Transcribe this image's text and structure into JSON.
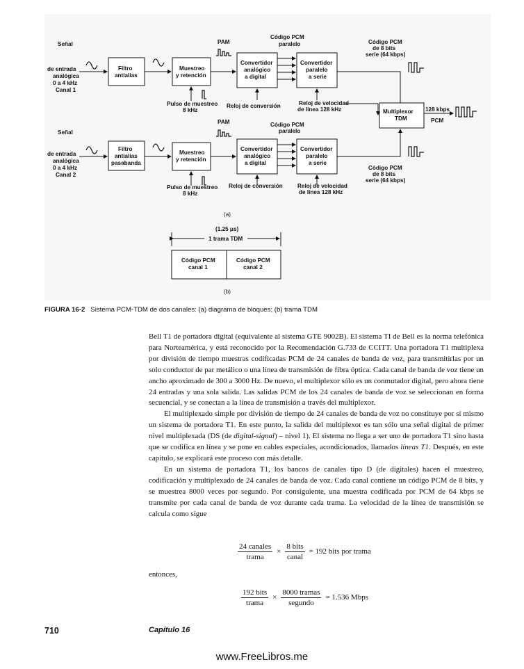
{
  "figure": {
    "ch1": {
      "senal": "Señal",
      "input": [
        "de entrada",
        "analógica",
        "0 a 4 kHz",
        "Canal 1"
      ],
      "filter": [
        "Filtro",
        "antialias"
      ],
      "sh": [
        "Muestreo",
        "y retención"
      ],
      "pam": "PAM",
      "adc": [
        "Convertidor",
        "analógico",
        "a digital"
      ],
      "ps": [
        "Convertidor",
        "paralelo",
        "a serie"
      ],
      "pcm_parallel": [
        "Código PCM",
        "paralelo"
      ],
      "pcm_serial": [
        "Código PCM",
        "de 8 bits",
        "serie (64 kbps)"
      ],
      "pulse": [
        "Pulso de muestreo",
        "8 kHz"
      ],
      "conv_clock": "Reloj de conversión",
      "line_clock": [
        "Reloj de velocidad",
        "de línea 128 kHz"
      ]
    },
    "ch2": {
      "senal": "Señal",
      "input": [
        "de entrada",
        "analógica",
        "0 a 4 kHz",
        "Canal 2"
      ],
      "filter": [
        "Filtro",
        "antialias",
        "pasabanda"
      ],
      "sh": [
        "Muestreo",
        "y retención"
      ],
      "pam": "PAM",
      "adc": [
        "Convertidor",
        "analógico",
        "a digital"
      ],
      "ps": [
        "Convertidor",
        "paralelo",
        "a serie"
      ],
      "pcm_parallel": [
        "Código PCM",
        "paralelo"
      ],
      "pcm_serial": [
        "Código PCM",
        "de 8 bits",
        "serie (64 kbps)"
      ],
      "pulse": [
        "Pulso de muestreo",
        "8 kHz"
      ],
      "conv_clock": "Reloj de conversión",
      "line_clock": [
        "Reloj de velocidad",
        "de línea 128 kHz"
      ]
    },
    "mux": [
      "Multiplexor",
      "TDM"
    ],
    "out_rate": "128 kbps",
    "out_label": "PCM",
    "label_a": "(a)",
    "frame_time": "(1.25 μs)",
    "frame_label": "1 trama TDM",
    "frame_cells": [
      [
        "Código PCM",
        "canal 1"
      ],
      [
        "Código PCM",
        "canal 2"
      ]
    ],
    "label_b": "(b)"
  },
  "caption": {
    "label": "FIGURA 16-2",
    "text": "Sistema PCM-TDM de dos canales: (a) diagrama de bloques; (b) trama TDM"
  },
  "body": {
    "p1": "Bell T1 de portadora digital (equivalente al sistema GTE 9002B). El sistema TI de Bell es la norma telefónica para Norteamérica, y está reconocido por la Recomendación G.733 de CCITT. Una portadora T1 multiplexa por división de tiempo muestras codificadas PCM de 24 canales de banda de voz, para transmitirlas por un solo conductor de par metálico o una línea de transmisión de fibra óptica. Cada canal de banda de voz tiene un ancho aproximado de 300 a 3000 Hz. De nuevo, el multiplexor sólo es un conmutador digital, pero ahora tiene 24 entradas y una sola salida. Las salidas PCM de los 24 canales de banda de voz se seleccionan en forma secuencial, y se conectan a la línea de transmisión a través del multiplexor.",
    "p2a": "El multiplexado simple por división de tiempo de 24 canales de banda de voz no constituye por sí mismo un sistema de portadora T1. En este punto, la salida del multiplexor es tan sólo una señal digital de primer nivel multiplexada (DS (de ",
    "p2b": "digital-signal",
    "p2c": ") – nivel 1). El sistema no llega a ser uno de portadora T1 sino hasta que se codifica en línea y se pone en cables especiales, acondicionados, llamados ",
    "p2d": "líneas T1",
    "p2e": ". Después, en este capítulo, se explicará este proceso con más detalle.",
    "p3": "En un sistema de portadora T1, los bancos de canales tipo D (de digitales) hacen el muestreo, codificación y multiplexado de 24 canales de banda de voz. Cada canal contiene un código PCM de 8 bits, y se muestrea 8000 veces por segundo. Por consiguiente, una muestra codificada por PCM de 64 kbps se transmite por cada canal de banda de voz durante cada trama. La velocidad de la línea de transmisión se calcula como sigue"
  },
  "eq1": {
    "n1": "24 canales",
    "d1": "trama",
    "op": "×",
    "n2": "8 bits",
    "d2": "canal",
    "result": "= 192 bits por trama"
  },
  "entonces": "entonces,",
  "eq2": {
    "n1": "192 bits",
    "d1": "trama",
    "op": "×",
    "n2": "8000 tramas",
    "d2": "segundo",
    "result": "= 1.536 Mbps"
  },
  "footer": {
    "page": "710",
    "chapter": "Capítulo 16",
    "url": "www.FreeLibros.me"
  }
}
